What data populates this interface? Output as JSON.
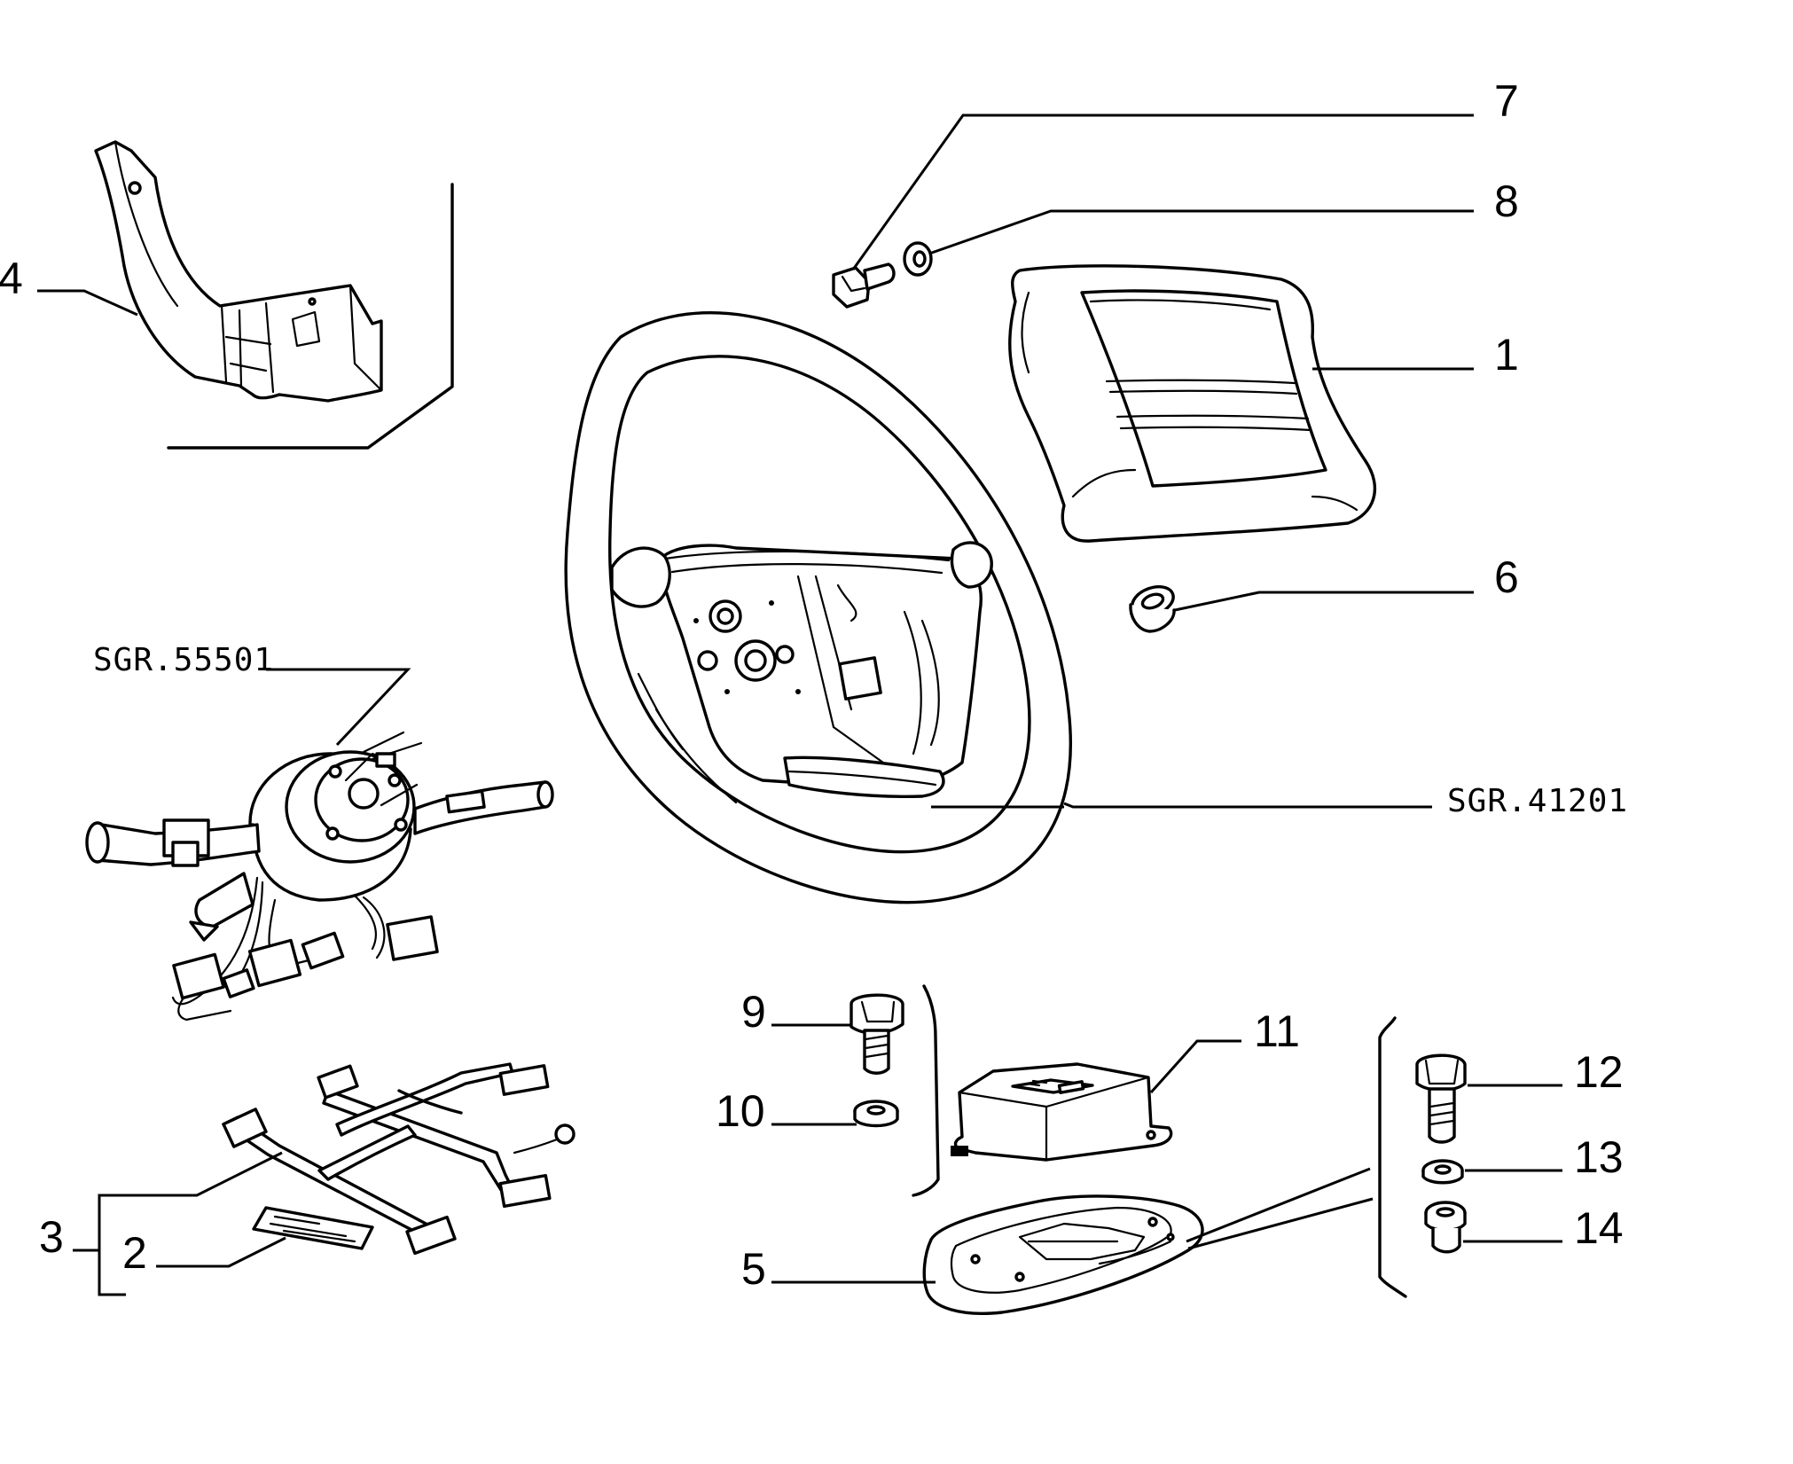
{
  "callouts": [
    {
      "id": "1",
      "label": "1"
    },
    {
      "id": "2",
      "label": "2"
    },
    {
      "id": "3",
      "label": "3"
    },
    {
      "id": "4",
      "label": "4"
    },
    {
      "id": "5",
      "label": "5"
    },
    {
      "id": "6",
      "label": "6"
    },
    {
      "id": "7",
      "label": "7"
    },
    {
      "id": "8",
      "label": "8"
    },
    {
      "id": "9",
      "label": "9"
    },
    {
      "id": "10",
      "label": "10"
    },
    {
      "id": "11",
      "label": "11"
    },
    {
      "id": "12",
      "label": "12"
    },
    {
      "id": "13",
      "label": "13"
    },
    {
      "id": "14",
      "label": "14"
    }
  ],
  "references": [
    {
      "id": "steering-column-switch",
      "label": "SGR.55501"
    },
    {
      "id": "steering-wheel",
      "label": "SGR.41201"
    }
  ],
  "colors": {
    "ink": "#000000",
    "paper": "#ffffff"
  }
}
